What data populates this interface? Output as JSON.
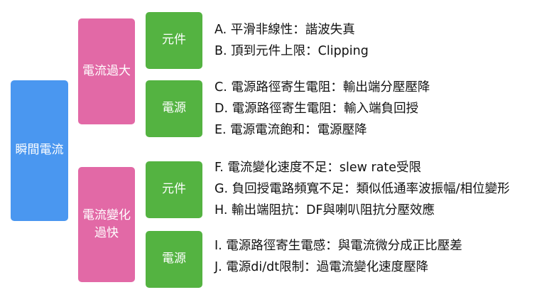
{
  "root": {
    "label": "瞬間電流"
  },
  "categories": [
    {
      "label": "電流過大",
      "groups": [
        {
          "label": "元件",
          "items": [
            "A. 平滑非線性：諧波失真",
            "B. 頂到元件上限：Clipping"
          ]
        },
        {
          "label": "電源",
          "items": [
            "C. 電源路徑寄生電阻：輸出端分壓壓降",
            "D. 電源路徑寄生電阻：輸入端負回授",
            "E. 電源電流飽和：電源壓降"
          ]
        }
      ]
    },
    {
      "label": "電流變化過快",
      "groups": [
        {
          "label": "元件",
          "items": [
            "F. 電流變化速度不足：slew rate受限",
            "G. 負回授電路頻寬不足：類似低通率波振幅/相位變形",
            "H. 輸出端阻抗：DF與喇叭阻抗分壓效應"
          ]
        },
        {
          "label": "電源",
          "items": [
            "I. 電源路徑寄生電感：與電流微分成正比壓差",
            "J. 電源di/dt限制：過電流變化速度壓降"
          ]
        }
      ]
    }
  ],
  "colors": {
    "root": "#4a97f0",
    "category": "#e269a6",
    "group": "#54b341"
  }
}
